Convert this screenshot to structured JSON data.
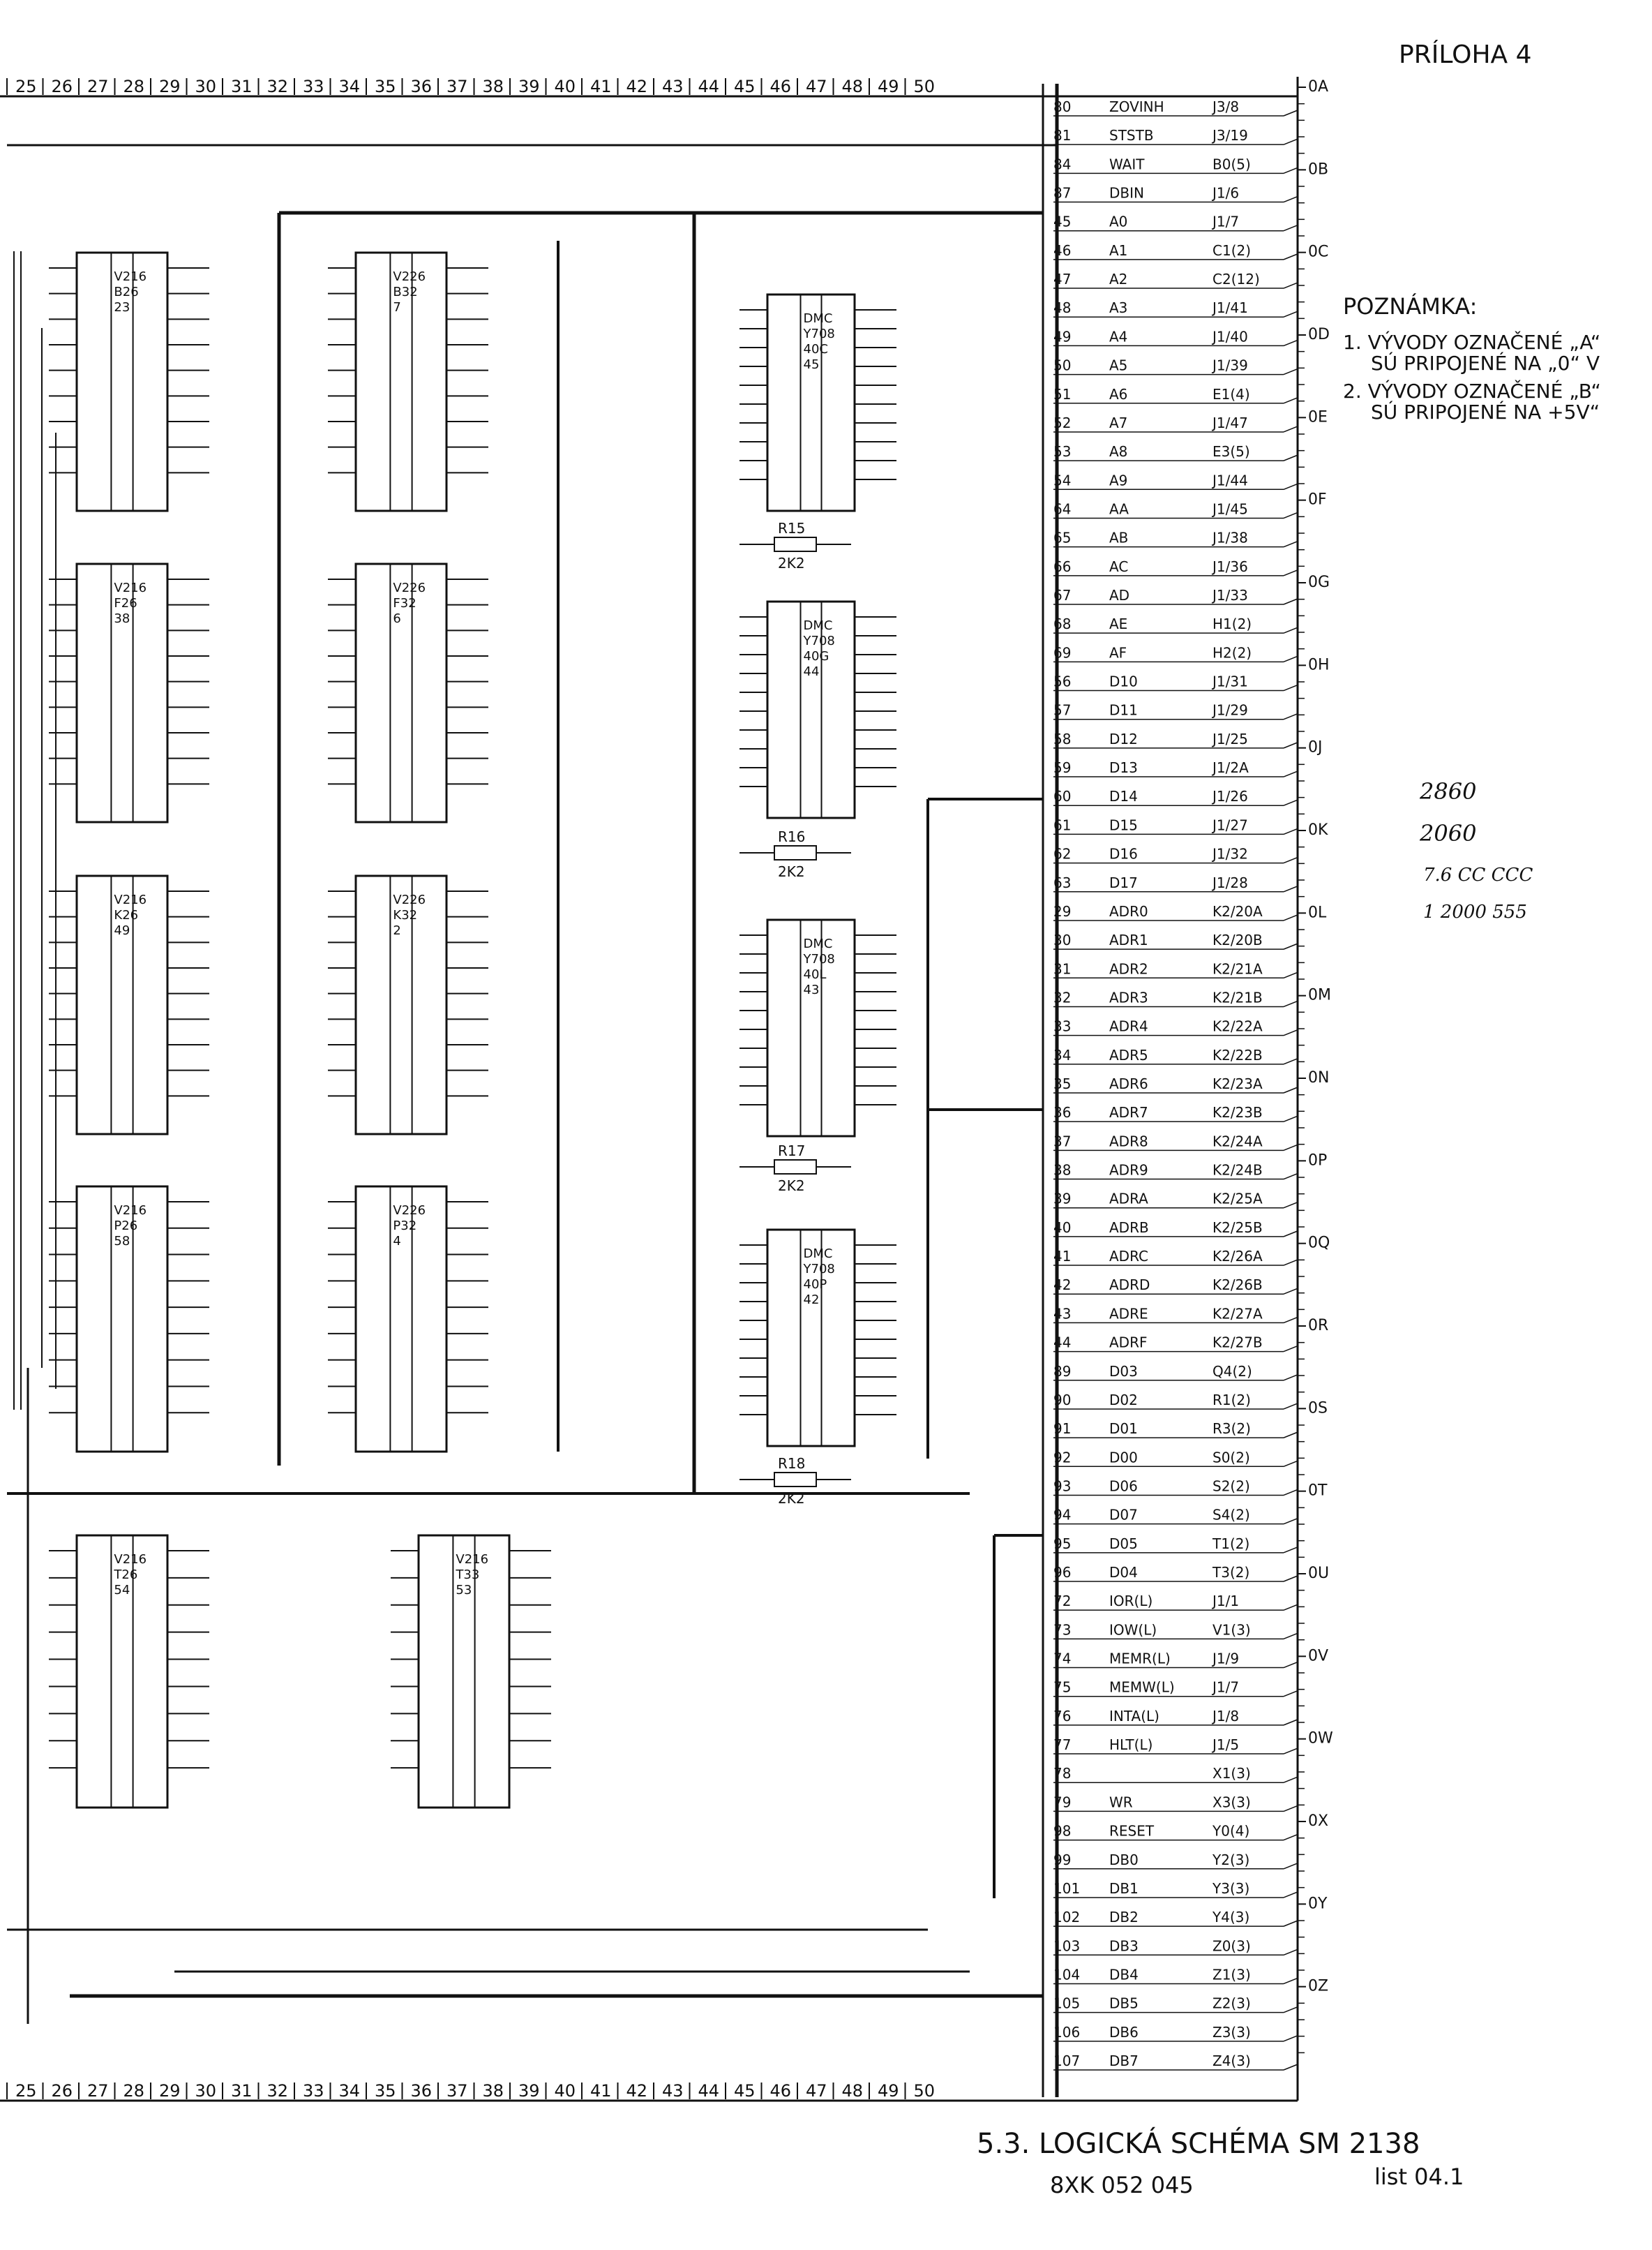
{
  "header": {
    "annex": "PRÍLOHA 4"
  },
  "ruler": [
    "25",
    "26",
    "27",
    "28",
    "29",
    "30",
    "31",
    "32",
    "33",
    "34",
    "35",
    "36",
    "37",
    "38",
    "39",
    "40",
    "41",
    "42",
    "43",
    "44",
    "45",
    "46",
    "47",
    "48",
    "49",
    "50"
  ],
  "note": {
    "title": "POZNÁMKA:",
    "lines": [
      "1. VÝVODY OZNAČENÉ „A“",
      "SÚ PRIPOJENÉ NA „0“ V",
      "2. VÝVODY OZNAČENÉ „B“",
      "SÚ PRIPOJENÉ NA +5V“"
    ]
  },
  "handwritten": [
    "2860",
    "2060",
    "7.6  CC  CCC",
    "1  2000  555"
  ],
  "footer": {
    "title": "5.3. LOGICKÁ SCHÉMA SM 2138",
    "drawing_number": "8XK 052 045",
    "sheet": "list 04.1"
  },
  "chips": [
    {
      "lines": [
        "V216",
        "B26",
        "23"
      ]
    },
    {
      "lines": [
        "V226",
        "B32",
        "7"
      ]
    },
    {
      "lines": [
        "V216",
        "F26",
        "38"
      ]
    },
    {
      "lines": [
        "V226",
        "F32",
        "6"
      ]
    },
    {
      "lines": [
        "V216",
        "K26",
        "49"
      ]
    },
    {
      "lines": [
        "V226",
        "K32",
        "2"
      ]
    },
    {
      "lines": [
        "V216",
        "P26",
        "58"
      ]
    },
    {
      "lines": [
        "V226",
        "P32",
        "4"
      ]
    },
    {
      "lines": [
        "V216",
        "T26",
        "54"
      ]
    },
    {
      "lines": [
        "V216",
        "T33",
        "53"
      ]
    },
    {
      "lines": [
        "DMC",
        "Y708",
        "40C",
        "45"
      ]
    },
    {
      "lines": [
        "DMC",
        "Y708",
        "40G",
        "44"
      ]
    },
    {
      "lines": [
        "DMC",
        "Y708",
        "40L",
        "43"
      ]
    },
    {
      "lines": [
        "DMC",
        "Y708",
        "40P",
        "42"
      ]
    }
  ],
  "resistors": [
    {
      "name": "R15",
      "value": "2K2"
    },
    {
      "name": "R16",
      "value": "2K2"
    },
    {
      "name": "R17",
      "value": "2K2"
    },
    {
      "name": "R18",
      "value": "2K2"
    }
  ],
  "connector_markers": [
    "0A",
    "0B",
    "0C",
    "0D",
    "0E",
    "0F",
    "0G",
    "0H",
    "0J",
    "0K",
    "0L",
    "0M",
    "0N",
    "0P",
    "0Q",
    "0R",
    "0S",
    "0T",
    "0U",
    "0V",
    "0W",
    "0X",
    "0Y",
    "0Z"
  ],
  "connector_rows": [
    {
      "pin": "80",
      "sig": "ZOVINH",
      "dst": "J3/8"
    },
    {
      "pin": "81",
      "sig": "STSTB",
      "dst": "J3/19"
    },
    {
      "pin": "84",
      "sig": "WAIT",
      "dst": "B0(5)"
    },
    {
      "pin": "87",
      "sig": "DBIN",
      "dst": "J1/6"
    },
    {
      "pin": "45",
      "sig": "A0",
      "dst": "J1/7"
    },
    {
      "pin": "46",
      "sig": "A1",
      "dst": "C1(2)"
    },
    {
      "pin": "47",
      "sig": "A2",
      "dst": "C2(12)"
    },
    {
      "pin": "48",
      "sig": "A3",
      "dst": "J1/41"
    },
    {
      "pin": "49",
      "sig": "A4",
      "dst": "J1/40"
    },
    {
      "pin": "50",
      "sig": "A5",
      "dst": "J1/39"
    },
    {
      "pin": "51",
      "sig": "A6",
      "dst": "E1(4)"
    },
    {
      "pin": "52",
      "sig": "A7",
      "dst": "J1/47"
    },
    {
      "pin": "53",
      "sig": "A8",
      "dst": "E3(5)"
    },
    {
      "pin": "54",
      "sig": "A9",
      "dst": "J1/44"
    },
    {
      "pin": "64",
      "sig": "AA",
      "dst": "J1/45"
    },
    {
      "pin": "65",
      "sig": "AB",
      "dst": "J1/38"
    },
    {
      "pin": "66",
      "sig": "AC",
      "dst": "J1/36"
    },
    {
      "pin": "67",
      "sig": "AD",
      "dst": "J1/33"
    },
    {
      "pin": "68",
      "sig": "AE",
      "dst": "H1(2)"
    },
    {
      "pin": "69",
      "sig": "AF",
      "dst": "H2(2)"
    },
    {
      "pin": "56",
      "sig": "D10",
      "dst": "J1/31"
    },
    {
      "pin": "57",
      "sig": "D11",
      "dst": "J1/29"
    },
    {
      "pin": "58",
      "sig": "D12",
      "dst": "J1/25"
    },
    {
      "pin": "59",
      "sig": "D13",
      "dst": "J1/2A"
    },
    {
      "pin": "60",
      "sig": "D14",
      "dst": "J1/26"
    },
    {
      "pin": "61",
      "sig": "D15",
      "dst": "J1/27"
    },
    {
      "pin": "62",
      "sig": "D16",
      "dst": "J1/32"
    },
    {
      "pin": "63",
      "sig": "D17",
      "dst": "J1/28"
    },
    {
      "pin": "29",
      "sig": "ADR0",
      "dst": "K2/20A"
    },
    {
      "pin": "30",
      "sig": "ADR1",
      "dst": "K2/20B"
    },
    {
      "pin": "31",
      "sig": "ADR2",
      "dst": "K2/21A"
    },
    {
      "pin": "32",
      "sig": "ADR3",
      "dst": "K2/21B"
    },
    {
      "pin": "33",
      "sig": "ADR4",
      "dst": "K2/22A"
    },
    {
      "pin": "34",
      "sig": "ADR5",
      "dst": "K2/22B"
    },
    {
      "pin": "35",
      "sig": "ADR6",
      "dst": "K2/23A"
    },
    {
      "pin": "36",
      "sig": "ADR7",
      "dst": "K2/23B"
    },
    {
      "pin": "37",
      "sig": "ADR8",
      "dst": "K2/24A"
    },
    {
      "pin": "38",
      "sig": "ADR9",
      "dst": "K2/24B"
    },
    {
      "pin": "39",
      "sig": "ADRA",
      "dst": "K2/25A"
    },
    {
      "pin": "40",
      "sig": "ADRB",
      "dst": "K2/25B"
    },
    {
      "pin": "41",
      "sig": "ADRC",
      "dst": "K2/26A"
    },
    {
      "pin": "42",
      "sig": "ADRD",
      "dst": "K2/26B"
    },
    {
      "pin": "43",
      "sig": "ADRE",
      "dst": "K2/27A"
    },
    {
      "pin": "44",
      "sig": "ADRF",
      "dst": "K2/27B"
    },
    {
      "pin": "89",
      "sig": "D03",
      "dst": "Q4(2)"
    },
    {
      "pin": "90",
      "sig": "D02",
      "dst": "R1(2)"
    },
    {
      "pin": "91",
      "sig": "D01",
      "dst": "R3(2)"
    },
    {
      "pin": "92",
      "sig": "D00",
      "dst": "S0(2)"
    },
    {
      "pin": "93",
      "sig": "D06",
      "dst": "S2(2)"
    },
    {
      "pin": "94",
      "sig": "D07",
      "dst": "S4(2)"
    },
    {
      "pin": "95",
      "sig": "D05",
      "dst": "T1(2)"
    },
    {
      "pin": "96",
      "sig": "D04",
      "dst": "T3(2)"
    },
    {
      "pin": "72",
      "sig": "IOR(L)",
      "dst": "J1/1"
    },
    {
      "pin": "73",
      "sig": "IOW(L)",
      "dst": "V1(3)"
    },
    {
      "pin": "74",
      "sig": "MEMR(L)",
      "dst": "J1/9"
    },
    {
      "pin": "75",
      "sig": "MEMW(L)",
      "dst": "J1/7"
    },
    {
      "pin": "76",
      "sig": "INTA(L)",
      "dst": "J1/8"
    },
    {
      "pin": "77",
      "sig": "HLT(L)",
      "dst": "J1/5"
    },
    {
      "pin": "78",
      "sig": "",
      "dst": "X1(3)"
    },
    {
      "pin": "79",
      "sig": "WR",
      "dst": "X3(3)"
    },
    {
      "pin": "98",
      "sig": "RESET",
      "dst": "Y0(4)"
    },
    {
      "pin": "99",
      "sig": "DB0",
      "dst": "Y2(3)"
    },
    {
      "pin": "101",
      "sig": "DB1",
      "dst": "Y3(3)"
    },
    {
      "pin": "102",
      "sig": "DB2",
      "dst": "Y4(3)"
    },
    {
      "pin": "103",
      "sig": "DB3",
      "dst": "Z0(3)"
    },
    {
      "pin": "104",
      "sig": "DB4",
      "dst": "Z1(3)"
    },
    {
      "pin": "105",
      "sig": "DB5",
      "dst": "Z2(3)"
    },
    {
      "pin": "106",
      "sig": "DB6",
      "dst": "Z3(3)"
    },
    {
      "pin": "107",
      "sig": "DB7",
      "dst": "Z4(3)"
    }
  ]
}
